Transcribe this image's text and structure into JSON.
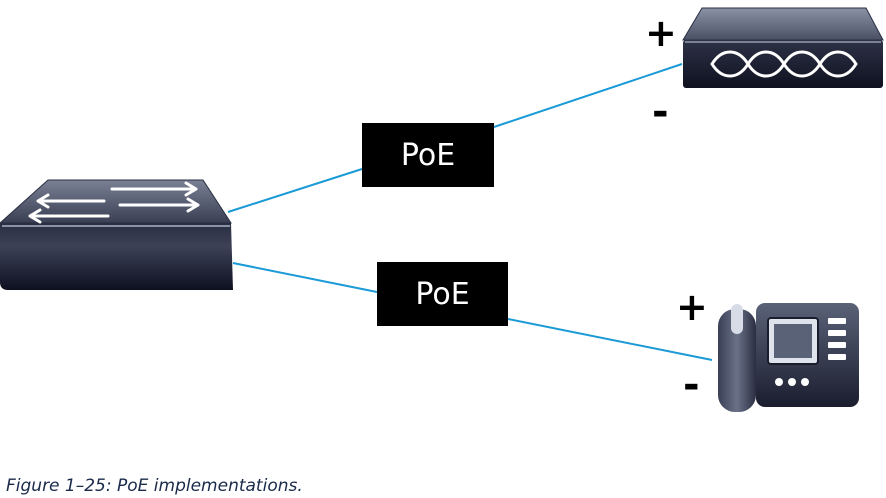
{
  "diagram": {
    "top_link_label": "PoE",
    "bottom_link_label": "PoE",
    "top_device": {
      "plus_sign": "+",
      "minus_sign": "-"
    },
    "bottom_device": {
      "plus_sign": "+",
      "minus_sign": "-"
    },
    "colors": {
      "link_line": "#1a9ad6",
      "label_box": "#000000",
      "device_dark": "#15182a",
      "device_light": "#5a6278"
    }
  },
  "caption": "Figure 1–25: PoE implementations."
}
